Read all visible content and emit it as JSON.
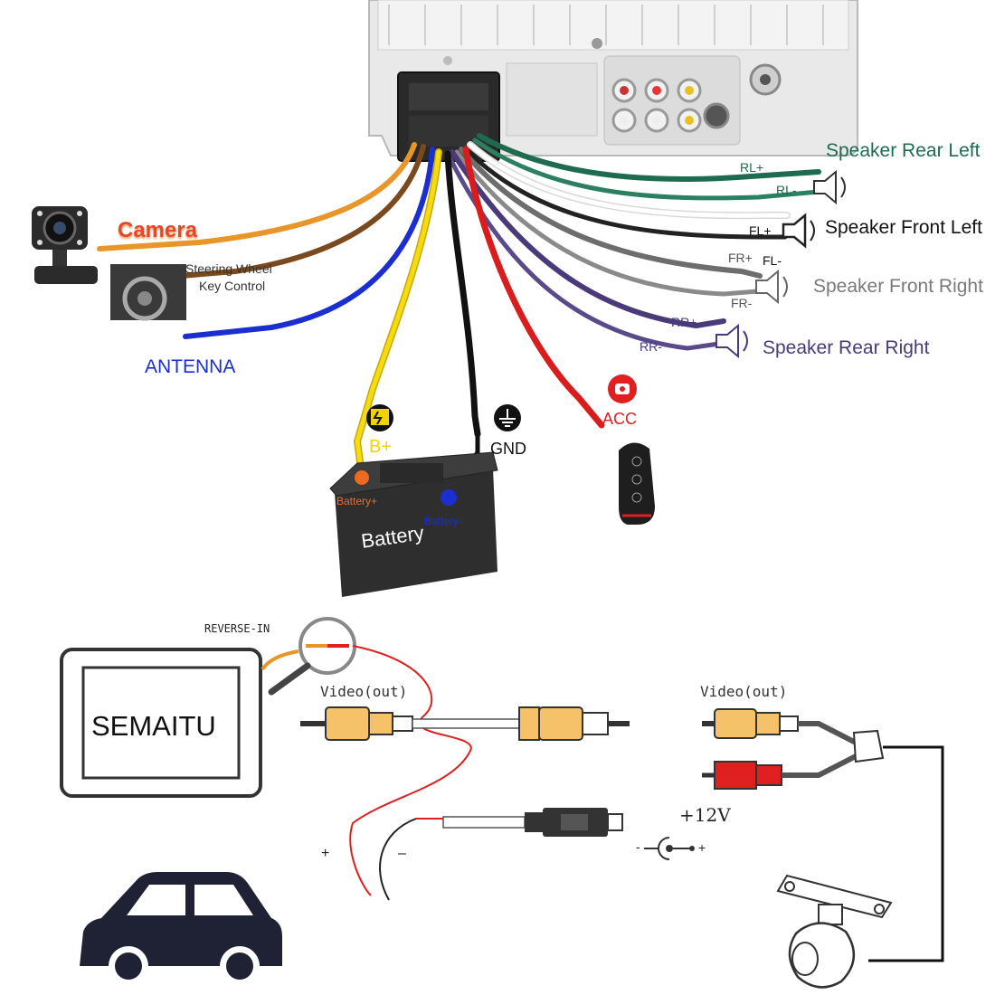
{
  "labels": {
    "speaker_rear_left": "Speaker Rear Left",
    "speaker_front_left": "Speaker Front Left",
    "speaker_front_right": "Speaker Front Right",
    "speaker_rear_right": "Speaker Rear Right",
    "rl_plus": "RL+",
    "rl_minus": "RL-",
    "fl_plus": "FL+",
    "fl_minus": "FL-",
    "fr_plus": "FR+",
    "fr_minus": "FR-",
    "rr_plus": "RR+",
    "rr_minus": "RR-",
    "camera": "Camera",
    "steering_wheel_line1": "Steering Wheel",
    "steering_wheel_line2": "Key Control",
    "antenna": "ANTENNA",
    "b_plus": "B+",
    "gnd": "GND",
    "acc": "ACC",
    "battery": "Battery",
    "battery_plus": "Battery+",
    "battery_minus": "Battery-",
    "reverse_in": "REVERSE-IN",
    "video_out_left": "Video(out)",
    "video_out_right": "Video(out)",
    "brand": "SEMAITU",
    "plus_12v": "+12V",
    "plus_sign": "+",
    "minus_sign": "–",
    "dc_minus": "-",
    "dc_plus": "+"
  },
  "colors": {
    "speaker_rear_left": "#1e6b4f",
    "speaker_front_left": "#111111",
    "speaker_front_right": "#7a7a7a",
    "speaker_rear_right": "#4b3a7a",
    "camera_wire": "#e8952a",
    "steering_wire": "#7a4a1e",
    "antenna": "#1b2fd0",
    "b_plus": "#f0d20a",
    "gnd": "#111111",
    "acc": "#e02020",
    "battery_plus": "#ee6a20",
    "battery_minus": "#1b2fd0"
  },
  "icons": [
    "speaker-icon",
    "camera-icon",
    "battery-icon",
    "ground-icon",
    "key-fob-icon",
    "car-icon",
    "magnifier-icon",
    "rca-plug-icon",
    "dc-jack-icon",
    "ignition-icon"
  ]
}
